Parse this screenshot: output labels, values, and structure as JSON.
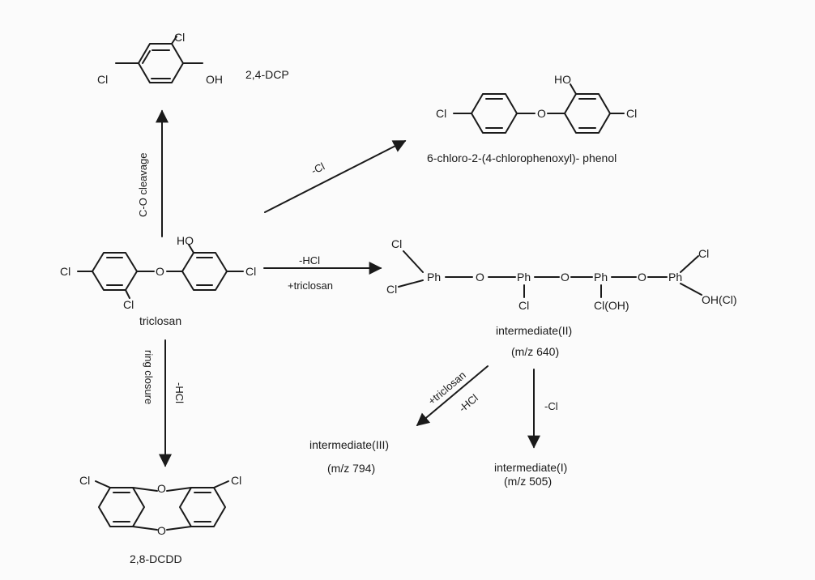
{
  "structures": {
    "dcp": {
      "name": "2,4-DCP",
      "atoms": [
        "Cl",
        "Cl",
        "OH"
      ]
    },
    "chlorophenoxy_phenol": {
      "name": "6-chloro-2-(4-chlorophenoxyl)- phenol",
      "atoms": [
        "HO",
        "Cl",
        "O",
        "Cl"
      ]
    },
    "triclosan": {
      "name": "triclosan",
      "atoms": [
        "HO",
        "Cl",
        "O",
        "Cl",
        "Cl"
      ]
    },
    "dcdd": {
      "name": "2,8-DCDD",
      "atoms": [
        "Cl",
        "O",
        "Cl",
        "O"
      ]
    },
    "intermediate_ii": {
      "name": "intermediate(II)",
      "mz": "(m/z 640)",
      "chain": [
        "Cl",
        "Cl",
        "Ph",
        "O",
        "Ph",
        "O",
        "Ph",
        "O",
        "Ph",
        "Cl",
        "Cl(OH)",
        "Cl",
        "OH(Cl)"
      ]
    },
    "intermediate_iii": {
      "name": "intermediate(III)",
      "mz": "(m/z 794)"
    },
    "intermediate_i": {
      "name": "intermediate(I)",
      "mz": "(m/z 505)"
    }
  },
  "conditions": {
    "co_cleavage": "C-O cleavage",
    "minus_cl_top": "-Cl",
    "minus_hcl": "-HCl",
    "plus_triclosan": "+triclosan",
    "ring_closure": "ring closure",
    "minus_hcl_down": "-HCl",
    "plus_triclosan_2": "+triclosan",
    "minus_hcl_2": "-HCl",
    "minus_cl_down": "-Cl"
  }
}
